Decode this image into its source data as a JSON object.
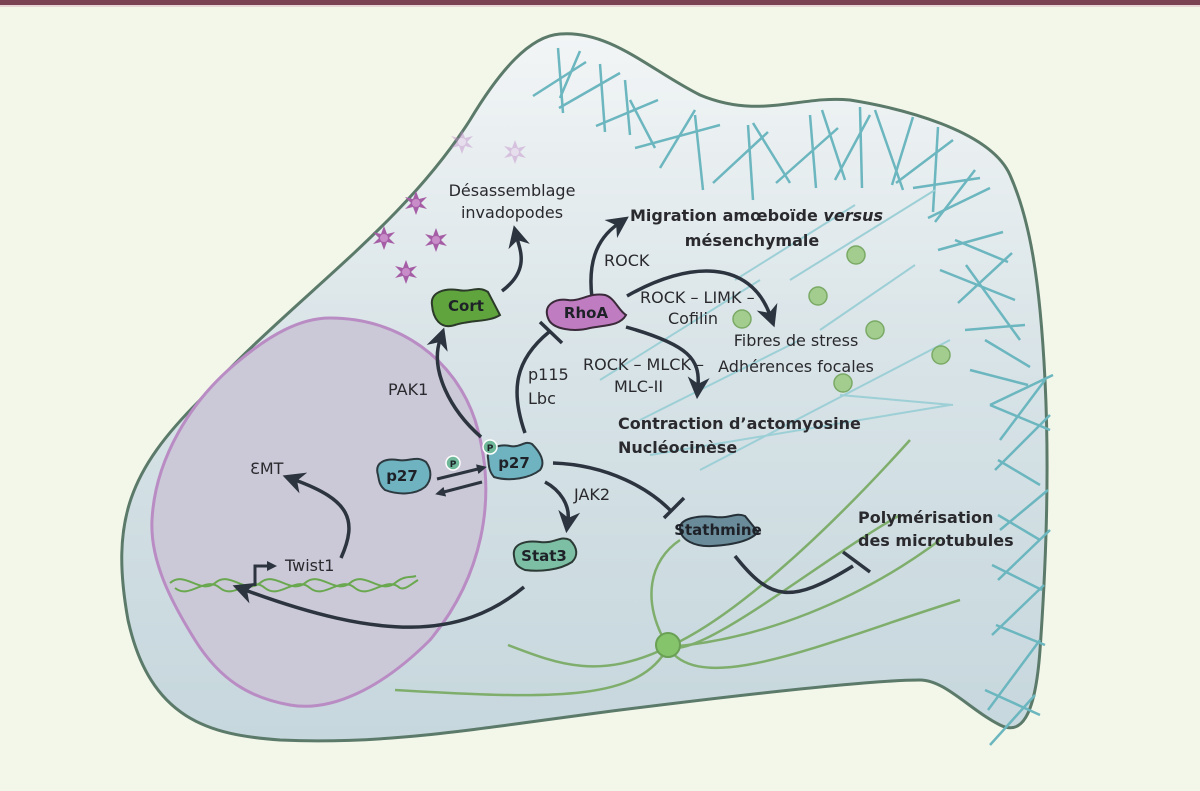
{
  "figure": {
    "topbar_color": "#7a4252",
    "background_color": "#f3f7e9",
    "cell_fill": "#c8d9e0",
    "cell_stroke": "#5b7a6a",
    "nucleus_fill": "#cbc8d8",
    "nucleus_stroke": "#b98cc4"
  },
  "proteins": {
    "cort": {
      "label": "Cort",
      "color": "#5fa43c"
    },
    "rhoa": {
      "label": "RhoA",
      "color": "#b769b5"
    },
    "p27_phospho": {
      "label": "p27",
      "color": "#6fb3c0",
      "phospho": "P"
    },
    "p27": {
      "label": "p27",
      "color": "#6fb3c0",
      "phospho": "P"
    },
    "stat3": {
      "label": "Stat3",
      "color": "#7dbfa4"
    },
    "stathmine": {
      "label": "Stathmine",
      "color": "#6a8c9a"
    }
  },
  "labels": {
    "desassemblage_1": "Désassemblage",
    "desassemblage_2": "invadopodes",
    "migration_1a": "Migration amœboïde ",
    "migration_1b": "versus",
    "migration_2": "mésenchymale",
    "rock": "ROCK",
    "rock_limk_1": "ROCK – LIMK –",
    "rock_limk_2": "Cofilin",
    "fibres_1": "Fibres de stress",
    "fibres_2": "Adhérences focales",
    "rock_mlck_1": "ROCK – MLCK –",
    "rock_mlck_2": "MLC-II",
    "contraction_1": "Contraction d’actomyosine",
    "contraction_2": "Nucléocinèse",
    "pak1": "PAK1",
    "p115_1": "p115",
    "p115_2": "Lbc",
    "jak2": "JAK2",
    "emt": "ƐMT",
    "twist1": "Twist1",
    "polymerisation_1": "Polymérisation",
    "polymerisation_2": "des microtubules"
  }
}
